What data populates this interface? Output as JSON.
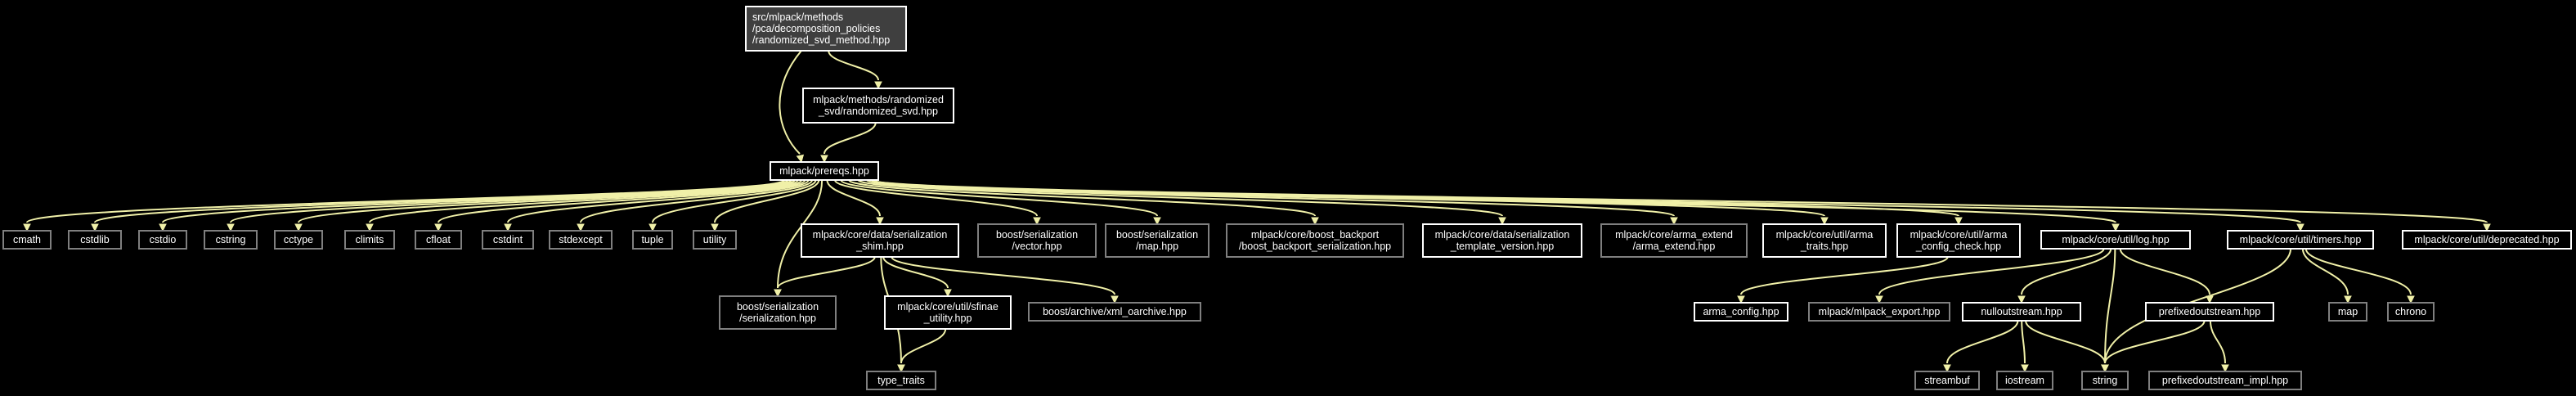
{
  "colors": {
    "background": "#000000",
    "edge": "#f0f0a8",
    "root_fill": "#3f3f3f"
  },
  "nodes": [
    {
      "id": "root",
      "kind": "root",
      "lines": [
        "src/mlpack/methods",
        "/pca/decomposition_policies",
        "/randomized_svd_method.hpp"
      ]
    },
    {
      "id": "rsvd",
      "kind": "strong",
      "lines": [
        "mlpack/methods/randomized",
        "_svd/randomized_svd.hpp"
      ]
    },
    {
      "id": "prereqs",
      "kind": "strong",
      "lines": [
        "mlpack/prereqs.hpp"
      ]
    },
    {
      "id": "cmath",
      "kind": "weak",
      "lines": [
        "cmath"
      ]
    },
    {
      "id": "cstdlib",
      "kind": "weak",
      "lines": [
        "cstdlib"
      ]
    },
    {
      "id": "cstdio",
      "kind": "weak",
      "lines": [
        "cstdio"
      ]
    },
    {
      "id": "cstring",
      "kind": "weak",
      "lines": [
        "cstring"
      ]
    },
    {
      "id": "cctype",
      "kind": "weak",
      "lines": [
        "cctype"
      ]
    },
    {
      "id": "climits",
      "kind": "weak",
      "lines": [
        "climits"
      ]
    },
    {
      "id": "cfloat",
      "kind": "weak",
      "lines": [
        "cfloat"
      ]
    },
    {
      "id": "cstdint",
      "kind": "weak",
      "lines": [
        "cstdint"
      ]
    },
    {
      "id": "stdexcept",
      "kind": "weak",
      "lines": [
        "stdexcept"
      ]
    },
    {
      "id": "tuple",
      "kind": "weak",
      "lines": [
        "tuple"
      ]
    },
    {
      "id": "utility",
      "kind": "weak",
      "lines": [
        "utility"
      ]
    },
    {
      "id": "ser_shim",
      "kind": "strong",
      "lines": [
        "mlpack/core/data/serialization",
        "_shim.hpp"
      ]
    },
    {
      "id": "boost_vec",
      "kind": "weak",
      "lines": [
        "boost/serialization",
        "/vector.hpp"
      ]
    },
    {
      "id": "boost_map",
      "kind": "weak",
      "lines": [
        "boost/serialization",
        "/map.hpp"
      ]
    },
    {
      "id": "backport",
      "kind": "weak",
      "lines": [
        "mlpack/core/boost_backport",
        "/boost_backport_serialization.hpp"
      ]
    },
    {
      "id": "ser_tmpl",
      "kind": "strong",
      "lines": [
        "mlpack/core/data/serialization",
        "_template_version.hpp"
      ]
    },
    {
      "id": "arma_ext",
      "kind": "weak",
      "lines": [
        "mlpack/core/arma_extend",
        "/arma_extend.hpp"
      ]
    },
    {
      "id": "arma_traits",
      "kind": "strong",
      "lines": [
        "mlpack/core/util/arma",
        "_traits.hpp"
      ]
    },
    {
      "id": "arma_cfg_chk",
      "kind": "strong",
      "lines": [
        "mlpack/core/util/arma",
        "_config_check.hpp"
      ]
    },
    {
      "id": "log",
      "kind": "strong",
      "lines": [
        "mlpack/core/util/log.hpp"
      ]
    },
    {
      "id": "timers",
      "kind": "strong",
      "lines": [
        "mlpack/core/util/timers.hpp"
      ]
    },
    {
      "id": "deprecated",
      "kind": "strong",
      "lines": [
        "mlpack/core/util/deprecated.hpp"
      ]
    },
    {
      "id": "boost_ser",
      "kind": "weak",
      "lines": [
        "boost/serialization",
        "/serialization.hpp"
      ]
    },
    {
      "id": "sfinae",
      "kind": "strong",
      "lines": [
        "mlpack/core/util/sfinae",
        "_utility.hpp"
      ]
    },
    {
      "id": "xml_oarchive",
      "kind": "weak",
      "lines": [
        "boost/archive/xml_oarchive.hpp"
      ]
    },
    {
      "id": "type_traits",
      "kind": "weak",
      "lines": [
        "type_traits"
      ]
    },
    {
      "id": "arma_config",
      "kind": "strong",
      "lines": [
        "arma_config.hpp"
      ]
    },
    {
      "id": "mlpack_export",
      "kind": "weak",
      "lines": [
        "mlpack/mlpack_export.hpp"
      ]
    },
    {
      "id": "nullout",
      "kind": "strong",
      "lines": [
        "nulloutstream.hpp"
      ]
    },
    {
      "id": "prefixed",
      "kind": "strong",
      "lines": [
        "prefixedoutstream.hpp"
      ]
    },
    {
      "id": "map",
      "kind": "weak",
      "lines": [
        "map"
      ]
    },
    {
      "id": "chrono",
      "kind": "weak",
      "lines": [
        "chrono"
      ]
    },
    {
      "id": "streambuf",
      "kind": "weak",
      "lines": [
        "streambuf"
      ]
    },
    {
      "id": "iostream",
      "kind": "weak",
      "lines": [
        "iostream"
      ]
    },
    {
      "id": "string",
      "kind": "weak",
      "lines": [
        "string"
      ]
    },
    {
      "id": "prefixed_impl",
      "kind": "weak",
      "lines": [
        "prefixedoutstream_impl.hpp"
      ]
    }
  ],
  "edges": [
    [
      "root",
      "rsvd"
    ],
    [
      "root",
      "prereqs"
    ],
    [
      "rsvd",
      "prereqs"
    ],
    [
      "prereqs",
      "cmath"
    ],
    [
      "prereqs",
      "cstdlib"
    ],
    [
      "prereqs",
      "cstdio"
    ],
    [
      "prereqs",
      "cstring"
    ],
    [
      "prereqs",
      "cctype"
    ],
    [
      "prereqs",
      "climits"
    ],
    [
      "prereqs",
      "cfloat"
    ],
    [
      "prereqs",
      "cstdint"
    ],
    [
      "prereqs",
      "stdexcept"
    ],
    [
      "prereqs",
      "tuple"
    ],
    [
      "prereqs",
      "utility"
    ],
    [
      "prereqs",
      "ser_shim"
    ],
    [
      "prereqs",
      "boost_vec"
    ],
    [
      "prereqs",
      "boost_map"
    ],
    [
      "prereqs",
      "backport"
    ],
    [
      "prereqs",
      "ser_tmpl"
    ],
    [
      "prereqs",
      "arma_ext"
    ],
    [
      "prereqs",
      "arma_traits"
    ],
    [
      "prereqs",
      "arma_cfg_chk"
    ],
    [
      "prereqs",
      "log"
    ],
    [
      "prereqs",
      "timers"
    ],
    [
      "prereqs",
      "deprecated"
    ],
    [
      "prereqs",
      "boost_ser"
    ],
    [
      "ser_shim",
      "boost_ser"
    ],
    [
      "ser_shim",
      "sfinae"
    ],
    [
      "ser_shim",
      "xml_oarchive"
    ],
    [
      "ser_shim",
      "type_traits"
    ],
    [
      "sfinae",
      "type_traits"
    ],
    [
      "arma_cfg_chk",
      "arma_config"
    ],
    [
      "log",
      "mlpack_export"
    ],
    [
      "log",
      "nullout"
    ],
    [
      "log",
      "prefixed"
    ],
    [
      "log",
      "string"
    ],
    [
      "nullout",
      "streambuf"
    ],
    [
      "nullout",
      "iostream"
    ],
    [
      "nullout",
      "string"
    ],
    [
      "prefixed",
      "string"
    ],
    [
      "prefixed",
      "prefixed_impl"
    ],
    [
      "timers",
      "map"
    ],
    [
      "timers",
      "chrono"
    ],
    [
      "timers",
      "string"
    ]
  ]
}
